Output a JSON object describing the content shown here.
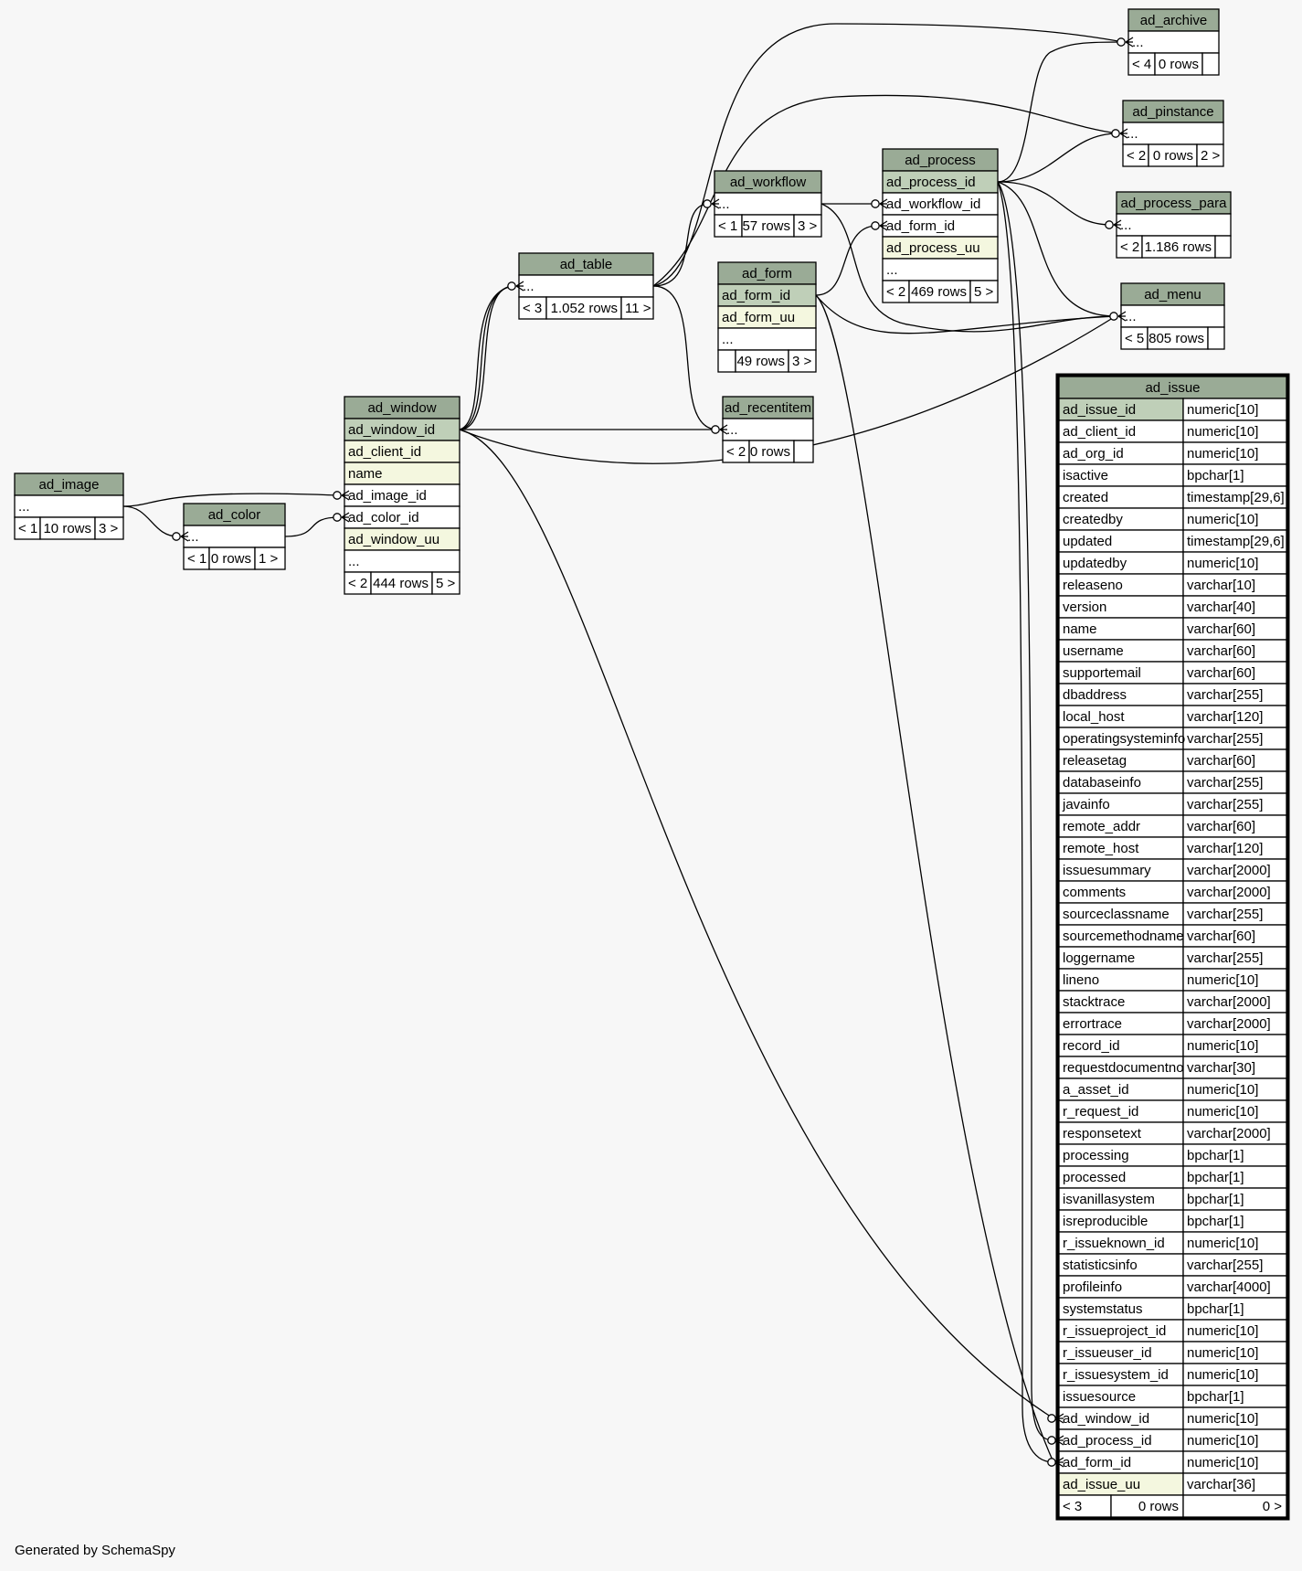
{
  "footer": "Generated by SchemaSpy",
  "tables": {
    "ad_image": {
      "name": "ad_image",
      "rows": [
        {
          "text": "..."
        }
      ],
      "footer": [
        "< 1",
        "10 rows",
        "3 >"
      ]
    },
    "ad_color": {
      "name": "ad_color",
      "rows": [
        {
          "text": "..."
        }
      ],
      "footer": [
        "< 1",
        "0 rows",
        "1 >"
      ]
    },
    "ad_window": {
      "name": "ad_window",
      "rows": [
        {
          "text": "ad_window_id",
          "kind": "pk"
        },
        {
          "text": "ad_client_id",
          "kind": "uu"
        },
        {
          "text": "name",
          "kind": "uu"
        },
        {
          "text": "ad_image_id"
        },
        {
          "text": "ad_color_id"
        },
        {
          "text": "ad_window_uu",
          "kind": "uu"
        },
        {
          "text": "..."
        }
      ],
      "footer": [
        "< 2",
        "444 rows",
        "5 >"
      ]
    },
    "ad_table": {
      "name": "ad_table",
      "rows": [
        {
          "text": "..."
        }
      ],
      "footer": [
        "< 3",
        "1.052 rows",
        "11 >"
      ]
    },
    "ad_workflow": {
      "name": "ad_workflow",
      "rows": [
        {
          "text": "..."
        }
      ],
      "footer": [
        "< 1",
        "57 rows",
        "3 >"
      ]
    },
    "ad_form": {
      "name": "ad_form",
      "rows": [
        {
          "text": "ad_form_id",
          "kind": "pk"
        },
        {
          "text": "ad_form_uu",
          "kind": "uu"
        },
        {
          "text": "..."
        }
      ],
      "footer": [
        "",
        "49 rows",
        "3 >"
      ]
    },
    "ad_recentitem": {
      "name": "ad_recentitem",
      "rows": [
        {
          "text": "..."
        }
      ],
      "footer": [
        "< 2",
        "0 rows",
        ""
      ]
    },
    "ad_process": {
      "name": "ad_process",
      "rows": [
        {
          "text": "ad_process_id",
          "kind": "pk"
        },
        {
          "text": "ad_workflow_id"
        },
        {
          "text": "ad_form_id"
        },
        {
          "text": "ad_process_uu",
          "kind": "uu"
        },
        {
          "text": "..."
        }
      ],
      "footer": [
        "< 2",
        "469 rows",
        "5 >"
      ]
    },
    "ad_archive": {
      "name": "ad_archive",
      "rows": [
        {
          "text": "..."
        }
      ],
      "footer": [
        "< 4",
        "0 rows",
        ""
      ]
    },
    "ad_pinstance": {
      "name": "ad_pinstance",
      "rows": [
        {
          "text": "..."
        }
      ],
      "footer": [
        "< 2",
        "0 rows",
        "2 >"
      ]
    },
    "ad_process_para": {
      "name": "ad_process_para",
      "rows": [
        {
          "text": "..."
        }
      ],
      "footer": [
        "< 2",
        "1.186 rows",
        ""
      ]
    },
    "ad_menu": {
      "name": "ad_menu",
      "rows": [
        {
          "text": "..."
        }
      ],
      "footer": [
        "< 5",
        "805 rows",
        ""
      ]
    },
    "ad_issue": {
      "name": "ad_issue",
      "columns": [
        {
          "name": "ad_issue_id",
          "type": "numeric[10]",
          "kind": "pk"
        },
        {
          "name": "ad_client_id",
          "type": "numeric[10]"
        },
        {
          "name": "ad_org_id",
          "type": "numeric[10]"
        },
        {
          "name": "isactive",
          "type": "bpchar[1]"
        },
        {
          "name": "created",
          "type": "timestamp[29,6]"
        },
        {
          "name": "createdby",
          "type": "numeric[10]"
        },
        {
          "name": "updated",
          "type": "timestamp[29,6]"
        },
        {
          "name": "updatedby",
          "type": "numeric[10]"
        },
        {
          "name": "releaseno",
          "type": "varchar[10]"
        },
        {
          "name": "version",
          "type": "varchar[40]"
        },
        {
          "name": "name",
          "type": "varchar[60]"
        },
        {
          "name": "username",
          "type": "varchar[60]"
        },
        {
          "name": "supportemail",
          "type": "varchar[60]"
        },
        {
          "name": "dbaddress",
          "type": "varchar[255]"
        },
        {
          "name": "local_host",
          "type": "varchar[120]"
        },
        {
          "name": "operatingsysteminfo",
          "type": "varchar[255]"
        },
        {
          "name": "releasetag",
          "type": "varchar[60]"
        },
        {
          "name": "databaseinfo",
          "type": "varchar[255]"
        },
        {
          "name": "javainfo",
          "type": "varchar[255]"
        },
        {
          "name": "remote_addr",
          "type": "varchar[60]"
        },
        {
          "name": "remote_host",
          "type": "varchar[120]"
        },
        {
          "name": "issuesummary",
          "type": "varchar[2000]"
        },
        {
          "name": "comments",
          "type": "varchar[2000]"
        },
        {
          "name": "sourceclassname",
          "type": "varchar[255]"
        },
        {
          "name": "sourcemethodname",
          "type": "varchar[60]"
        },
        {
          "name": "loggername",
          "type": "varchar[255]"
        },
        {
          "name": "lineno",
          "type": "numeric[10]"
        },
        {
          "name": "stacktrace",
          "type": "varchar[2000]"
        },
        {
          "name": "errortrace",
          "type": "varchar[2000]"
        },
        {
          "name": "record_id",
          "type": "numeric[10]"
        },
        {
          "name": "requestdocumentno",
          "type": "varchar[30]"
        },
        {
          "name": "a_asset_id",
          "type": "numeric[10]"
        },
        {
          "name": "r_request_id",
          "type": "numeric[10]"
        },
        {
          "name": "responsetext",
          "type": "varchar[2000]"
        },
        {
          "name": "processing",
          "type": "bpchar[1]"
        },
        {
          "name": "processed",
          "type": "bpchar[1]"
        },
        {
          "name": "isvanillasystem",
          "type": "bpchar[1]"
        },
        {
          "name": "isreproducible",
          "type": "bpchar[1]"
        },
        {
          "name": "r_issueknown_id",
          "type": "numeric[10]"
        },
        {
          "name": "statisticsinfo",
          "type": "varchar[255]"
        },
        {
          "name": "profileinfo",
          "type": "varchar[4000]"
        },
        {
          "name": "systemstatus",
          "type": "bpchar[1]"
        },
        {
          "name": "r_issueproject_id",
          "type": "numeric[10]"
        },
        {
          "name": "r_issueuser_id",
          "type": "numeric[10]"
        },
        {
          "name": "r_issuesystem_id",
          "type": "numeric[10]"
        },
        {
          "name": "issuesource",
          "type": "bpchar[1]"
        },
        {
          "name": "ad_window_id",
          "type": "numeric[10]"
        },
        {
          "name": "ad_process_id",
          "type": "numeric[10]"
        },
        {
          "name": "ad_form_id",
          "type": "numeric[10]"
        },
        {
          "name": "ad_issue_uu",
          "type": "varchar[36]",
          "kind": "uu"
        }
      ],
      "footer": [
        "< 3",
        "0 rows",
        "0 >"
      ]
    }
  }
}
